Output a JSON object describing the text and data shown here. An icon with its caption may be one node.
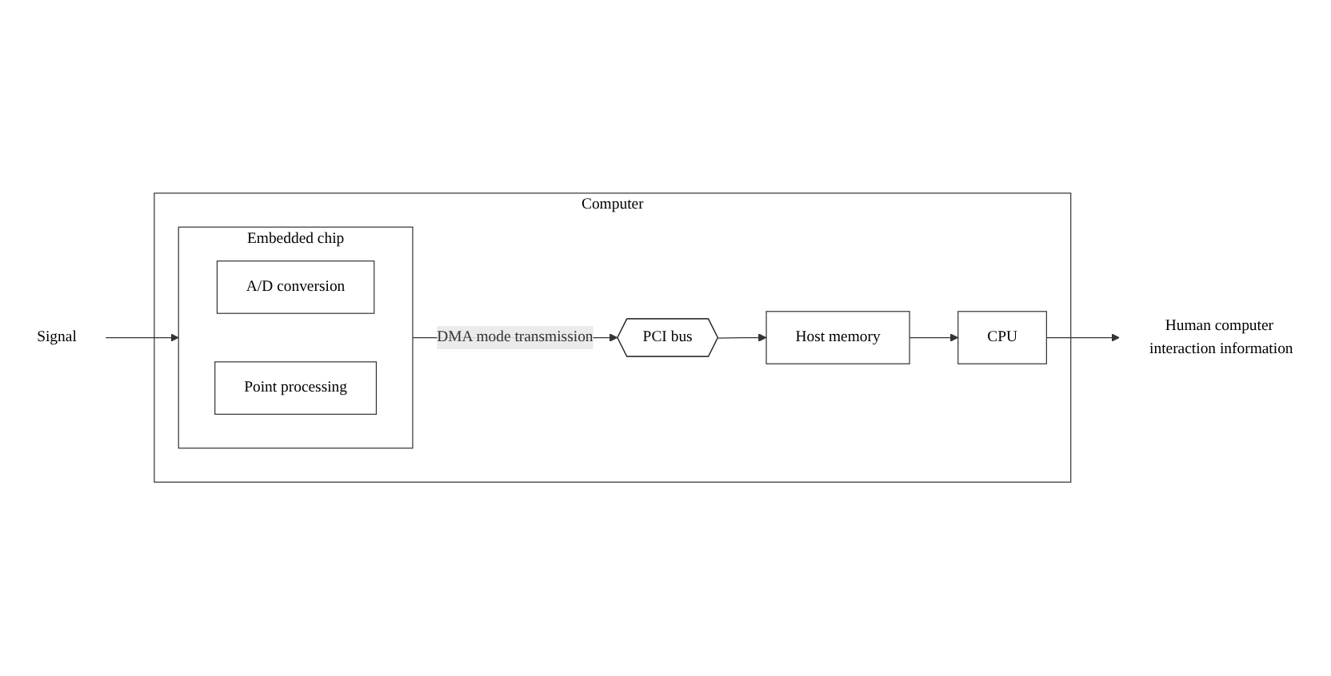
{
  "diagram": {
    "nodes": [
      {
        "text": [
          "Computer"
        ]
      },
      {
        "text": [
          "Embedded chip"
        ],
        "in": 0
      },
      {
        "text": [
          "A/D conversion"
        ],
        "in": 1
      },
      {
        "text": [
          "Point processing"
        ],
        "in": 1
      },
      {
        "text": [
          "PCI bus"
        ],
        "in": 0
      },
      {
        "text": [
          "Host memory"
        ],
        "in": 0
      },
      {
        "text": [
          "CPU"
        ],
        "in": 0
      },
      {
        "text": [
          "Signal"
        ]
      },
      {
        "text": [
          "Human computer interaction information"
        ]
      }
    ],
    "edges": [
      {
        "from": 7,
        "to": 1,
        "arrow": "to"
      },
      {
        "from": 1,
        "to": 4,
        "arrow": "to",
        "label": "DMA mode transmission"
      },
      {
        "from": 4,
        "to": 5,
        "arrow": "to"
      },
      {
        "from": 5,
        "to": 6,
        "arrow": "to"
      },
      {
        "from": 6,
        "to": 8,
        "arrow": "to"
      }
    ]
  }
}
